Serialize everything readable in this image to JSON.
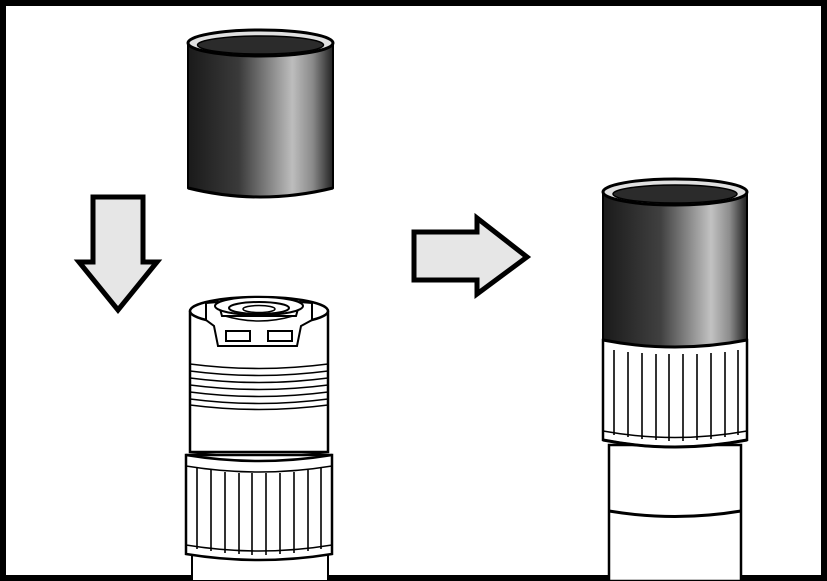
{
  "diagram": {
    "steps": [
      {
        "id": "cap-above-body",
        "action": "align"
      },
      {
        "id": "cap-seated-on-body",
        "action": "result"
      }
    ],
    "arrows": [
      {
        "id": "insert-arrow",
        "direction": "down"
      },
      {
        "id": "result-arrow",
        "direction": "right"
      }
    ],
    "colors": {
      "frame": "#000000",
      "background": "#ffffff",
      "arrow_fill": "#e6e6e6",
      "cap_dark": "#1c1c1c",
      "cap_light": "#b8b8b8",
      "body_line": "#000000"
    }
  }
}
